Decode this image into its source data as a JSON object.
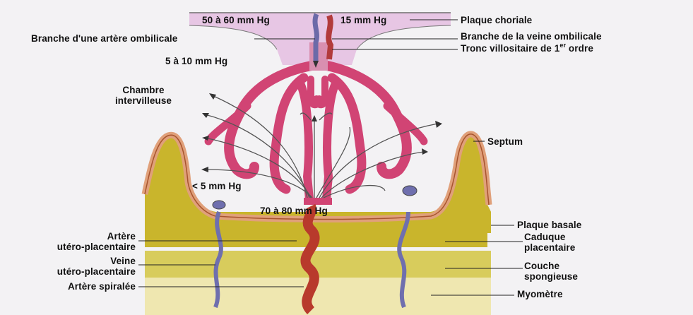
{
  "labels": {
    "pressure_top_left": "50 à 60 mm Hg",
    "pressure_top_right": "15 mm Hg",
    "plaque_choriale": "Plaque choriale",
    "branche_arteres": "Branche d'une artère ombilicale",
    "branche_veine": "Branche de la veine ombilicale",
    "tronc_prefix": "Tronc villositaire de 1",
    "tronc_sup": "er",
    "tronc_suffix": " ordre",
    "pressure_5_10": "5 à 10 mm Hg",
    "chambre_line1": "Chambre",
    "chambre_line2": "intervilleuse",
    "septum": "Septum",
    "pressure_lt5": "< 5 mm Hg",
    "pressure_70_80": "70 à 80 mm Hg",
    "plaque_basale": "Plaque basale",
    "caduque_line1": "Caduque",
    "caduque_line2": "placentaire",
    "couche_line1": "Couche",
    "couche_line2": "spongieuse",
    "myometre": "Myomètre",
    "artere_up_line1": "Artère",
    "artere_up_line2": "utéro-placentaire",
    "veine_up_line1": "Veine",
    "veine_up_line2": "utéro-placentaire",
    "artere_spiralee": "Artère spiralée"
  },
  "colors": {
    "background": "#f3f2f4",
    "plaque_choriale": "#e7c6e4",
    "villi": "#d14474",
    "villi_dark": "#a32a55",
    "septum": "#e0a07a",
    "caduque": "#c9b52c",
    "spongieuse": "#d8cc5c",
    "myometre": "#efe7b0",
    "artery": "#b83a2c",
    "vein": "#6f6fae",
    "umbilical_artery": "#b23b3b",
    "umbilical_vein": "#6c6aa8"
  }
}
